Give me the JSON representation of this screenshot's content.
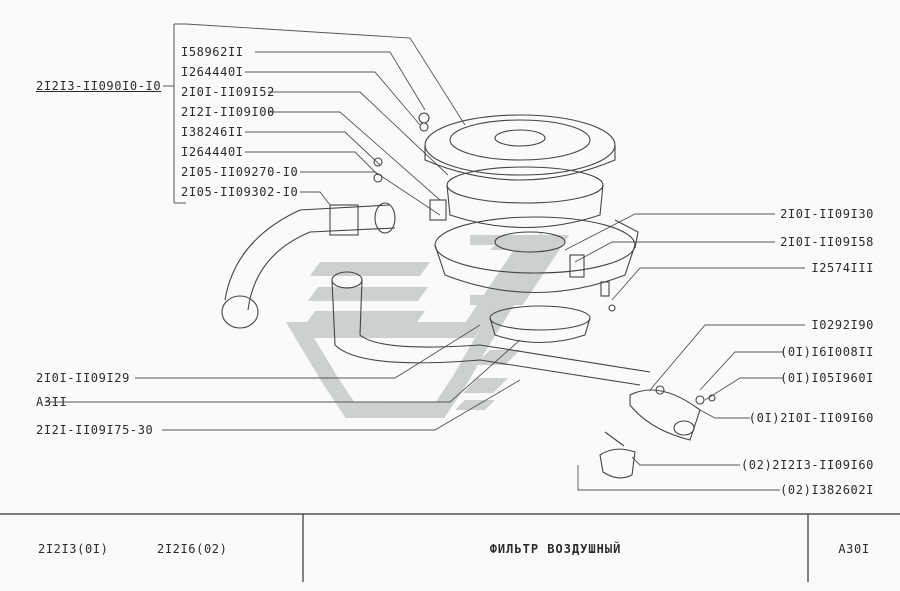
{
  "assembly_number": "2I2I3-II090I0-I0",
  "callouts_left_group": [
    "I58962II",
    "I264440I",
    "2I0I-II09I52",
    "2I2I-II09I00",
    "I38246II",
    "I264440I",
    "2I05-II09270-I0",
    "2I05-II09302-I0"
  ],
  "callouts_left_lower": [
    "2I0I-II09I29",
    "A3II",
    "2I2I-II09I75-30"
  ],
  "callouts_right": [
    "2I0I-II09I30",
    "2I0I-II09I58",
    "I2574III",
    "I0292I90",
    "(0I)I6I008II",
    "(0I)I05I960I",
    "(0I)2I0I-II09I60",
    "(02)2I2I3-II09I60",
    "(02)I382602I"
  ],
  "title_block": {
    "model_1": "2I2I3(0I)",
    "model_2": "2I2I6(02)",
    "title": "ФИЛЬТР  ВОЗДУШНЫЙ",
    "sheet": "A30I"
  },
  "colors": {
    "ink": "#2b2b2b",
    "line": "#555555",
    "watermark": "#a8aeac"
  }
}
